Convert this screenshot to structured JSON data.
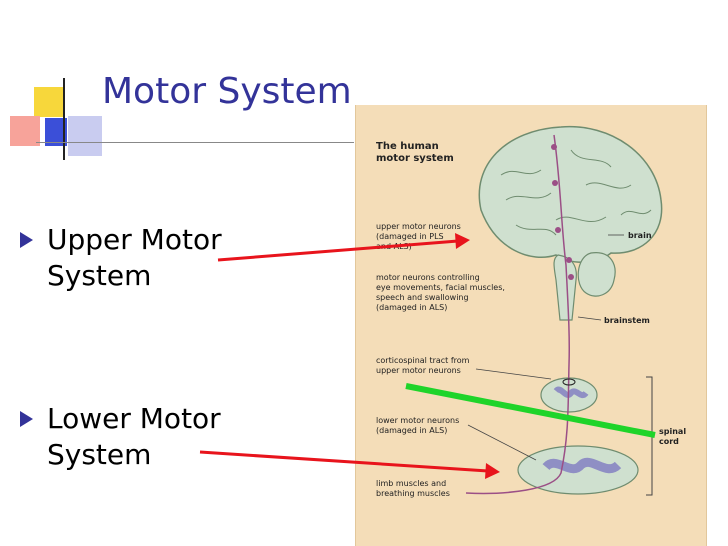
{
  "slide": {
    "title": "Motor System",
    "bullets": [
      {
        "line1": "Upper Motor",
        "line2": "System"
      },
      {
        "line1": "Lower Motor",
        "line2": "System"
      }
    ]
  },
  "figure": {
    "title_line1": "The human",
    "title_line2": "motor system",
    "labels": {
      "upper_line1": "upper motor neurons",
      "upper_line2": "(damaged in PLS",
      "upper_line3": "and ALS)",
      "motor_line1": "motor neurons controlling",
      "motor_line2": "eye movements, facial muscles,",
      "motor_line3": "speech and swallowing",
      "motor_line4": "(damaged in ALS)",
      "cortico_line1": "corticospinal tract from",
      "cortico_line2": "upper motor neurons",
      "lower_line1": "lower motor neurons",
      "lower_line2": "(damaged in  ALS)",
      "limb_line1": "limb muscles and",
      "limb_line2": "breathing muscles",
      "brain": "brain",
      "brainstem": "brainstem",
      "spinal_line1": "spinal",
      "spinal_line2": "cord"
    }
  },
  "colors": {
    "title": "#333399",
    "red_arrow": "#e8141c",
    "green_line": "#1fd42a",
    "figure_bg": "#f4ddb8",
    "brain_fill": "#cfe0cf",
    "tract": "#9b4f86"
  }
}
